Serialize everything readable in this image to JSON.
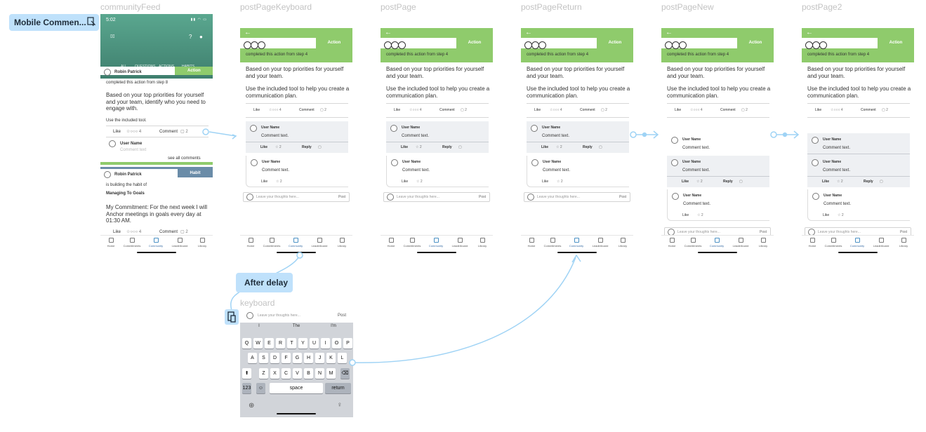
{
  "flow": {
    "label": "Mobile Commen...",
    "icon": "prototype-flow-icon"
  },
  "frames": {
    "communityFeed": "communityFeed",
    "postPageKeyboard": "postPageKeyboard",
    "postPage": "postPage",
    "postPageReturn": "postPageReturn",
    "postPageNew": "postPageNew",
    "postPage2": "postPage2",
    "keyboard": "keyboard"
  },
  "statusbar": {
    "time": "5:02",
    "icons": "signal wifi battery"
  },
  "feed": {
    "tabs": [
      "ALL",
      "QUESTIONS",
      "ACTIONS",
      "HABITS"
    ],
    "post1": {
      "author": "Robin Patrick",
      "tag": "Action",
      "subtitle": "completed this action from step 8",
      "body": "Based on your top priorities for yourself and your team, identify who you need to engage with.",
      "body2": "Use the included tool.",
      "like": "Like",
      "likes": "☆○○○ 4",
      "comment": "Comment",
      "comments": "▢ 2",
      "commenter": "User Name",
      "commentPreview": "Comment text",
      "seeAll": "see all comments"
    },
    "post2": {
      "author": "Robin Patrick",
      "tag": "Habit",
      "subtitle": "is building the habit of",
      "habit": "Managing To Goals",
      "body": "My Commitment: For the next week I will Anchor meetings in goals every day at 01:30 AM.",
      "like": "Like",
      "likes": "☆○○○ 4",
      "comment": "Comment",
      "comments": "▢ 2"
    }
  },
  "post": {
    "tag": "Action",
    "subtitle": "completed this action from step 4",
    "body1": "Based on your top priorities for yourself and your team.",
    "body2": "Use the included tool to help you create a communication plan.",
    "like": "Like",
    "likes": "☆○○○ 4",
    "comment": "Comment",
    "comments": "▢ 2",
    "commenter": "User Name",
    "commentText": "Comment text.",
    "commentLike": "Like",
    "commentLikes": "☆ 2",
    "reply": "Reply",
    "replyIcon": "▢",
    "inputPlaceholder": "Leave your thoughts here...",
    "post": "Post"
  },
  "tabs": [
    "Home",
    "Commitments",
    "Community",
    "Leaderboard",
    "Library"
  ],
  "afterDelay": "After delay",
  "keyboard": {
    "suggestions": [
      "I",
      "The",
      "I'm"
    ],
    "row1": [
      "Q",
      "W",
      "E",
      "R",
      "T",
      "Y",
      "U",
      "I",
      "O",
      "P"
    ],
    "row2": [
      "A",
      "S",
      "D",
      "F",
      "G",
      "H",
      "J",
      "K",
      "L"
    ],
    "row3": [
      "Z",
      "X",
      "C",
      "V",
      "B",
      "N",
      "M"
    ],
    "shift": "⬆",
    "delete": "⌫",
    "numbers": "123",
    "emoji": "☺",
    "space": "space",
    "return": "return",
    "globe": "🌐",
    "mic": "🎤"
  },
  "colors": {
    "green": "#8fcb6c",
    "teal": "#4f9a84",
    "flowBlue": "#bfe1fb",
    "connector": "#9fd3f5"
  }
}
